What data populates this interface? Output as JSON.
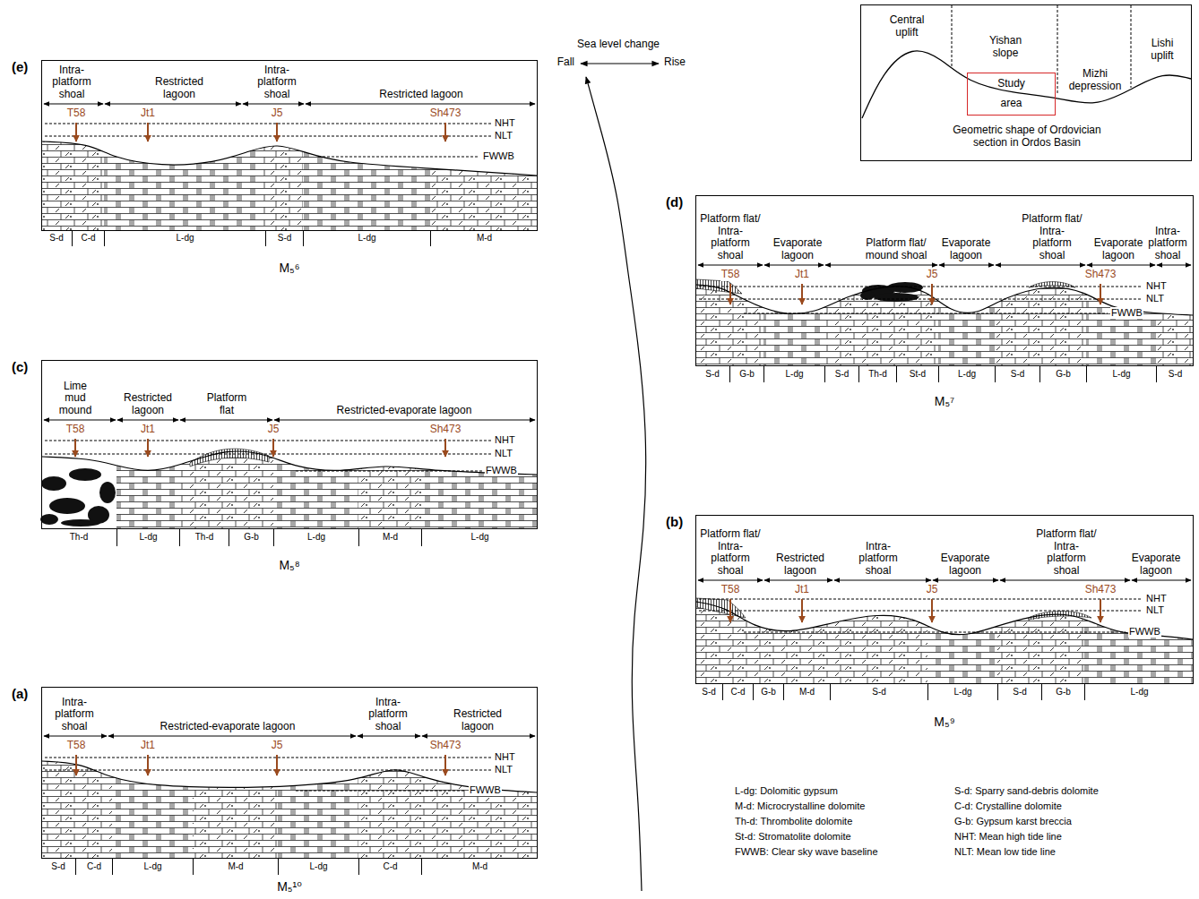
{
  "diagram": {
    "nodes": [
      {
        "text": [
          "(e)",
          "M₅⁶"
        ]
      },
      {
        "text": [
          "S-d"
        ],
        "in": 0
      },
      {
        "text": [
          "C-d"
        ],
        "in": 0
      },
      {
        "text": [
          "L-dg"
        ],
        "in": 0
      },
      {
        "text": [
          "S-d"
        ],
        "in": 0
      },
      {
        "text": [
          "L-dg"
        ],
        "in": 0
      },
      {
        "text": [
          "M-d"
        ],
        "in": 0
      },
      {
        "text": [
          "Geometric shape of Ordovician section in Ordos Basin"
        ]
      },
      {
        "text": [
          "Central uplift"
        ],
        "in": 7
      },
      {
        "text": [
          "Yishan slope"
        ],
        "in": 7
      },
      {
        "text": [
          "Study area"
        ],
        "in": 9
      },
      {
        "text": [
          "Mizhi depression"
        ],
        "in": 7
      },
      {
        "text": [
          "Lishi uplift"
        ],
        "in": 7
      },
      {
        "text": [
          "(d)",
          "M₅⁷"
        ]
      },
      {
        "text": [
          "S-d"
        ],
        "in": 13
      },
      {
        "text": [
          "G-b"
        ],
        "in": 13
      },
      {
        "text": [
          "L-dg"
        ],
        "in": 13
      },
      {
        "text": [
          "S-d"
        ],
        "in": 13
      },
      {
        "text": [
          "Th-d"
        ],
        "in": 13
      },
      {
        "text": [
          "St-d"
        ],
        "in": 13
      },
      {
        "text": [
          "L-dg"
        ],
        "in": 13
      },
      {
        "text": [
          "S-d"
        ],
        "in": 13
      },
      {
        "text": [
          "G-b"
        ],
        "in": 13
      },
      {
        "text": [
          "L-dg"
        ],
        "in": 13
      },
      {
        "text": [
          "S-d"
        ],
        "in": 13
      },
      {
        "text": [
          "(c)",
          "M₅⁸"
        ]
      },
      {
        "text": [
          "Th-d"
        ],
        "in": 25
      },
      {
        "text": [
          "L-dg"
        ],
        "in": 25
      },
      {
        "text": [
          "Th-d"
        ],
        "in": 25
      },
      {
        "text": [
          "G-b"
        ],
        "in": 25
      },
      {
        "text": [
          "L-dg"
        ],
        "in": 25
      },
      {
        "text": [
          "M-d"
        ],
        "in": 25
      },
      {
        "text": [
          "L-dg"
        ],
        "in": 25
      },
      {
        "text": [
          "(b)",
          "M₅⁹"
        ]
      },
      {
        "text": [
          "S-d"
        ],
        "in": 33
      },
      {
        "text": [
          "C-d"
        ],
        "in": 33
      },
      {
        "text": [
          "G-b"
        ],
        "in": 33
      },
      {
        "text": [
          "M-d"
        ],
        "in": 33
      },
      {
        "text": [
          "S-d"
        ],
        "in": 33
      },
      {
        "text": [
          "L-dg"
        ],
        "in": 33
      },
      {
        "text": [
          "S-d"
        ],
        "in": 33
      },
      {
        "text": [
          "G-b"
        ],
        "in": 33
      },
      {
        "text": [
          "L-dg"
        ],
        "in": 33
      },
      {
        "text": [
          "(a)",
          "M₅¹⁰"
        ]
      },
      {
        "text": [
          "S-d"
        ],
        "in": 43
      },
      {
        "text": [
          "C-d"
        ],
        "in": 43
      },
      {
        "text": [
          "L-dg"
        ],
        "in": 43
      },
      {
        "text": [
          "M-d"
        ],
        "in": 43
      },
      {
        "text": [
          "L-dg"
        ],
        "in": 43
      },
      {
        "text": [
          "C-d"
        ],
        "in": 43
      },
      {
        "text": [
          "M-d"
        ],
        "in": 43
      }
    ],
    "labels": [
      "Intra-platform shoal",
      "Restricted lagoon",
      "Intra-platform shoal",
      "Restricted lagoon",
      "T58",
      "Jt1",
      "J5",
      "Sh473",
      "NHT",
      "NLT",
      "FWWB",
      "Sea level change",
      "Fall",
      "Rise",
      "Platform flat/ Intra-platform shoal",
      "Evaporate lagoon",
      "Platform flat/ mound shoal",
      "Evaporate lagoon",
      "Platform flat/ Intra-platform shoal",
      "Evaporate lagoon",
      "Intra-platform shoal",
      "T58",
      "Jt1",
      "J5",
      "Sh473",
      "NHT",
      "NLT",
      "FWWB",
      "Lime mud mound",
      "Restricted lagoon",
      "Platform flat",
      "Restricted-evaporate lagoon",
      "T58",
      "Jt1",
      "J5",
      "Sh473",
      "NHT",
      "NLT",
      "FWWB",
      "Platform flat/ Intra-platform shoal",
      "Restricted lagoon",
      "Intra-platform shoal",
      "Evaporate lagoon",
      "Platform flat/ Intra-platform shoal",
      "Evaporate lagoon",
      "T58",
      "Jt1",
      "J5",
      "Sh473",
      "NHT",
      "NLT",
      "FWWB",
      "Intra-platform shoal",
      "Restricted-evaporate lagoon",
      "Intra-platform shoal",
      "Restricted lagoon",
      "T58",
      "Jt1",
      "J5",
      "Sh473",
      "NHT",
      "NLT",
      "FWWB"
    ],
    "legend": [
      {
        "text": "L-dg: Dolomitic gypsum"
      },
      {
        "text": "M-d: Microcrystalline dolomite"
      },
      {
        "text": "Th-d: Thrombolite dolomite"
      },
      {
        "text": "St-d: Stromatolite dolomite"
      },
      {
        "text": "FWWB: Clear sky wave baseline"
      },
      {
        "text": "S-d: Sparry sand-debris dolomite"
      },
      {
        "text": "C-d: Crystalline dolomite"
      },
      {
        "text": "G-b: Gypsum karst breccia"
      },
      {
        "text": "NHT: Mean high tide line"
      },
      {
        "text": "NLT: Mean low tide line"
      }
    ]
  }
}
